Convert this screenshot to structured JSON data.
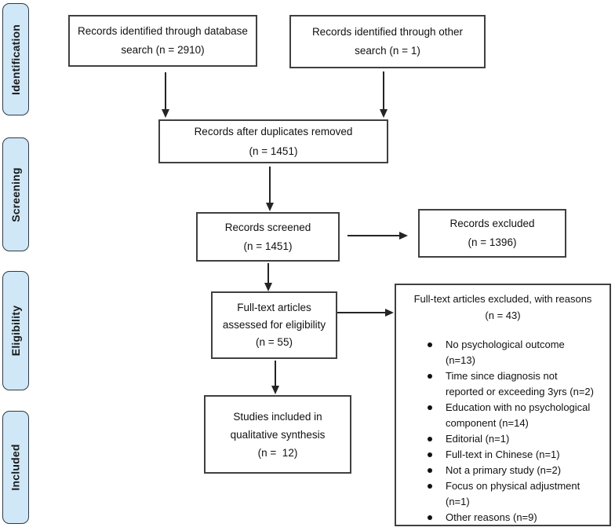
{
  "sidebar": {
    "items": [
      {
        "label": "Identification"
      },
      {
        "label": "Screening"
      },
      {
        "label": "Eligibility"
      },
      {
        "label": "Included"
      }
    ]
  },
  "boxes": {
    "database": {
      "lines": [
        "Records identified through database",
        "search (n = 2910)"
      ]
    },
    "other": {
      "lines": [
        "Records identified through other",
        "search (n = 1)"
      ]
    },
    "duplicates": {
      "lines": [
        "Records after duplicates removed",
        "(n = 1451)"
      ]
    },
    "screened": {
      "lines": [
        "Records screened",
        "(n = 1451)"
      ]
    },
    "excluded": {
      "lines": [
        "Records excluded",
        "(n = 1396)"
      ]
    },
    "fulltext": {
      "lines": [
        "Full-text articles",
        "assessed for eligibility",
        "(n = 55)"
      ]
    },
    "included": {
      "lines": [
        "Studies included in",
        "qualitative synthesis",
        "(n =  12)"
      ]
    },
    "reasons": {
      "title_lines": [
        "Full-text articles excluded, with reasons",
        "(n = 43)"
      ],
      "bullets": [
        "No psychological outcome (n=13)",
        "Time since diagnosis not reported or exceeding 3yrs (n=2)",
        "Education with no psychological component (n=14)",
        "Editorial (n=1)",
        "Full-text in Chinese (n=1)",
        "Not a primary study (n=2)",
        "Focus on physical adjustment (n=1)",
        "Other reasons (n=9)"
      ]
    }
  },
  "colors": {
    "stage_fill": "#cfe7f7",
    "stage_border": "#2f3b45",
    "box_border": "#404040",
    "arrow": "#242424"
  }
}
